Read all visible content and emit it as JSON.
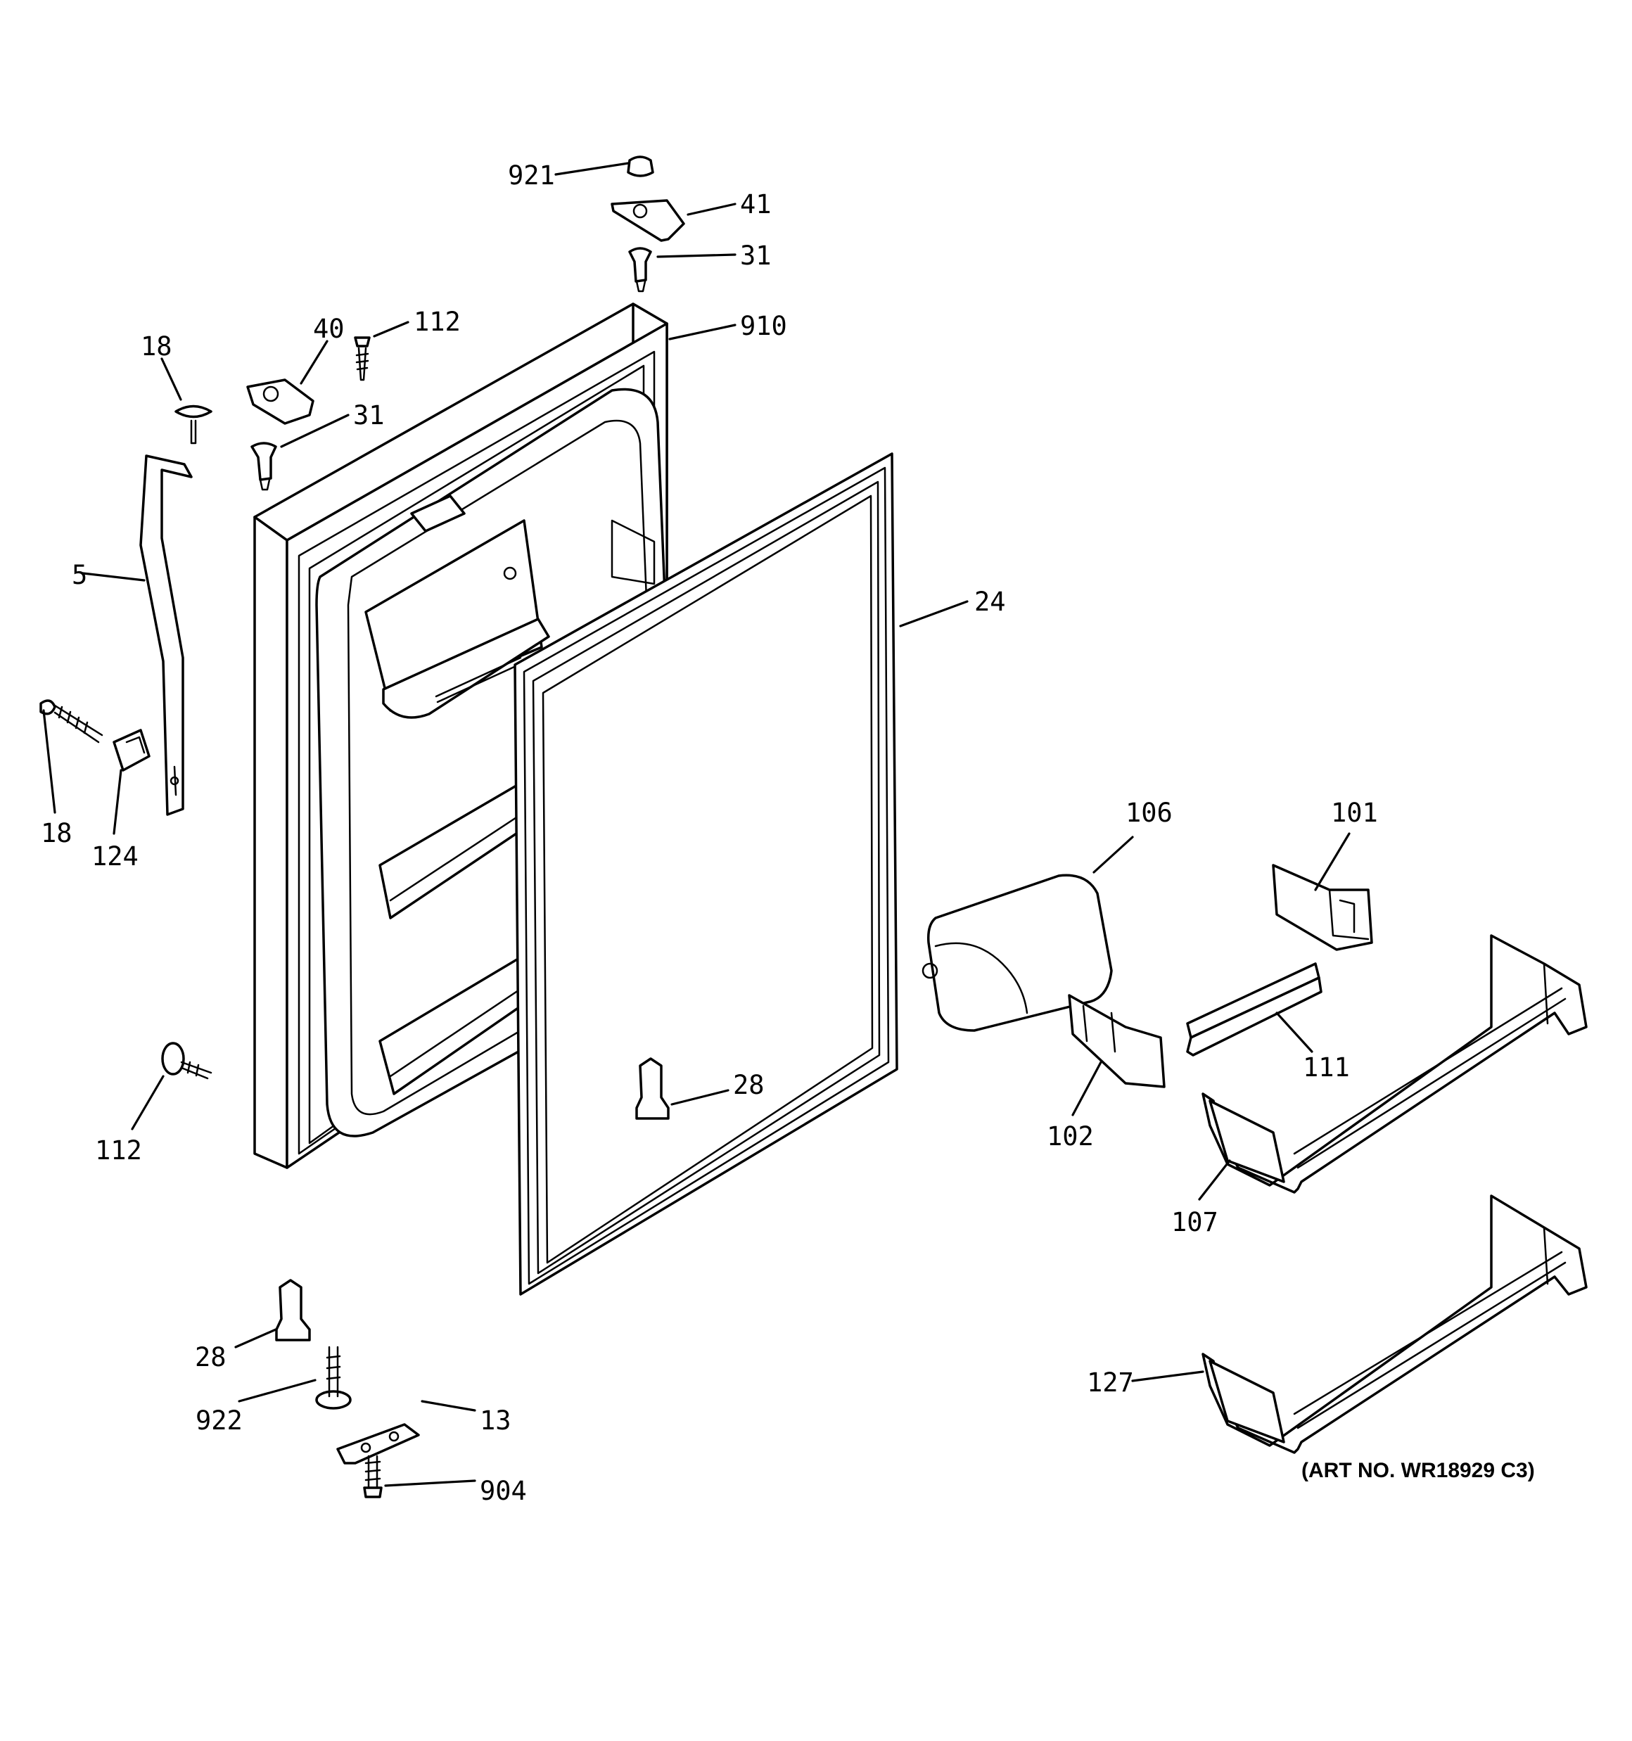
{
  "art_number": "(ART NO. WR18929 C3)",
  "callouts": [
    {
      "id": "c921",
      "label": "921"
    },
    {
      "id": "c41",
      "label": "41"
    },
    {
      "id": "c31a",
      "label": "31"
    },
    {
      "id": "c910",
      "label": "910"
    },
    {
      "id": "c112a",
      "label": "112"
    },
    {
      "id": "c40",
      "label": "40"
    },
    {
      "id": "c18a",
      "label": "18"
    },
    {
      "id": "c31b",
      "label": "31"
    },
    {
      "id": "c5",
      "label": "5"
    },
    {
      "id": "c24",
      "label": "24"
    },
    {
      "id": "c18b",
      "label": "18"
    },
    {
      "id": "c124",
      "label": "124"
    },
    {
      "id": "c106",
      "label": "106"
    },
    {
      "id": "c101",
      "label": "101"
    },
    {
      "id": "c28a",
      "label": "28"
    },
    {
      "id": "c111",
      "label": "111"
    },
    {
      "id": "c102",
      "label": "102"
    },
    {
      "id": "c112b",
      "label": "112"
    },
    {
      "id": "c107",
      "label": "107"
    },
    {
      "id": "c28b",
      "label": "28"
    },
    {
      "id": "c127",
      "label": "127"
    },
    {
      "id": "c922",
      "label": "922"
    },
    {
      "id": "c13",
      "label": "13"
    },
    {
      "id": "c904",
      "label": "904"
    }
  ]
}
